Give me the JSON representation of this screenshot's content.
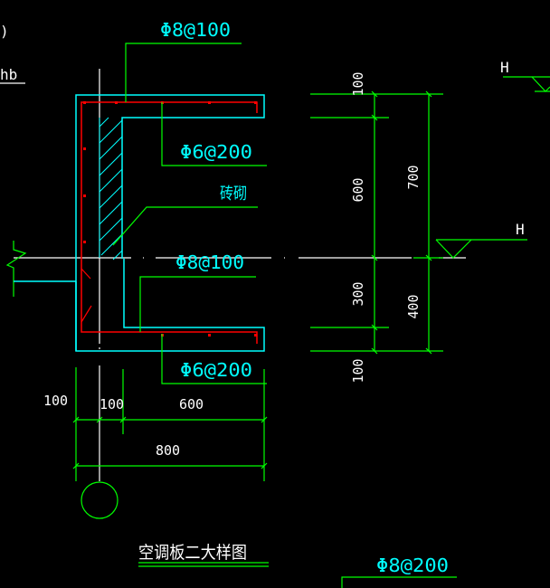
{
  "drawing": {
    "title": "空调板二大样图",
    "partial_labels": {
      "left_edge_paren": ")",
      "left_edge_hb": "hb"
    },
    "colors": {
      "background": "#000000",
      "outline": "#00ffff",
      "rebar": "#ff0000",
      "leader": "#00ff00",
      "dimension": "#00ff00",
      "text": "#ffffff",
      "rebar_text": "#00ffff"
    },
    "rebar_labels": {
      "top_main": "Φ8@100",
      "top_dist": "Φ6@200",
      "mid_main": "Φ8@100",
      "bottom_dist": "Φ6@200",
      "lower_right": "Φ8@200"
    },
    "material_label": "砖砌",
    "elevation": {
      "upper_right": "H",
      "mid_right": "H"
    },
    "vertical_dims": {
      "left_chain": [
        "100",
        "600",
        "300",
        "100"
      ],
      "right_chain": [
        "700",
        "400"
      ]
    },
    "horizontal_dims": {
      "upper_chain": [
        "100",
        "100",
        "600"
      ],
      "total": "800"
    }
  }
}
